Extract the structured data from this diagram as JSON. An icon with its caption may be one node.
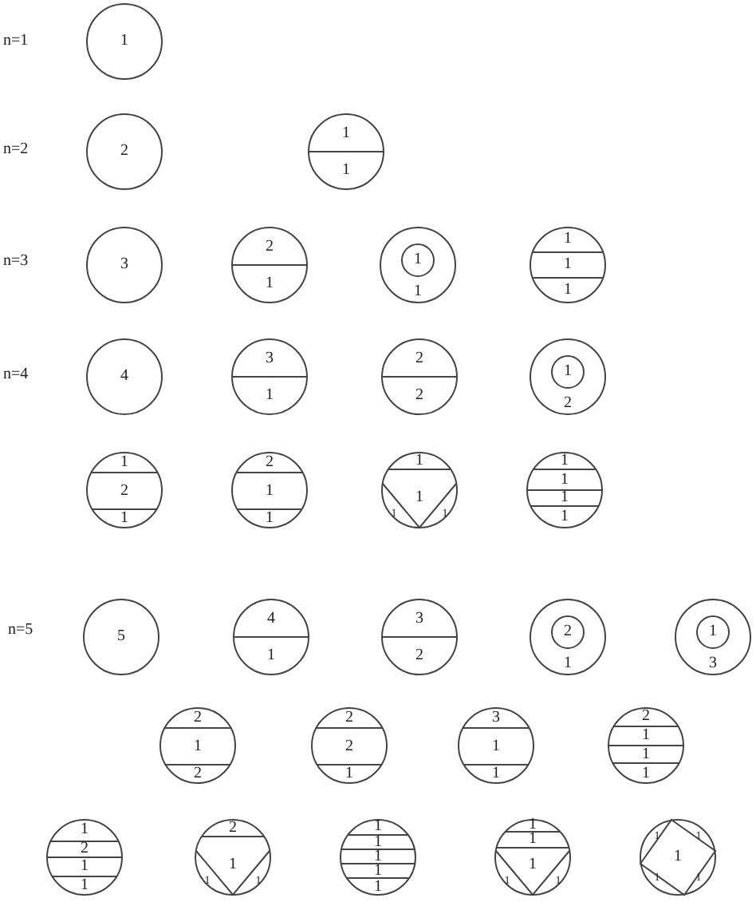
{
  "diagram": {
    "nodes": [
      {
        "text": [
          "1"
        ]
      },
      {
        "text": [
          "2"
        ]
      },
      {
        "text": [
          "1",
          "1"
        ]
      },
      {
        "text": [
          "3"
        ]
      },
      {
        "text": [
          "2",
          "1"
        ]
      },
      {
        "text": [
          "1",
          "1"
        ]
      },
      {
        "text": [
          "1",
          "1",
          "1"
        ]
      },
      {
        "text": [
          "4"
        ]
      },
      {
        "text": [
          "3",
          "1"
        ]
      },
      {
        "text": [
          "2",
          "2"
        ]
      },
      {
        "text": [
          "1",
          "2"
        ]
      },
      {
        "text": [
          "1",
          "2",
          "1"
        ]
      },
      {
        "text": [
          "2",
          "1",
          "1"
        ]
      },
      {
        "text": [
          "1",
          "1",
          "1",
          "1"
        ]
      },
      {
        "text": [
          "1",
          "1",
          "1",
          "1"
        ]
      },
      {
        "text": [
          "5"
        ]
      },
      {
        "text": [
          "4",
          "1"
        ]
      },
      {
        "text": [
          "3",
          "2"
        ]
      },
      {
        "text": [
          "2",
          "1"
        ]
      },
      {
        "text": [
          "1",
          "3"
        ]
      },
      {
        "text": [
          "2",
          "1",
          "2"
        ]
      },
      {
        "text": [
          "2",
          "2",
          "1"
        ]
      },
      {
        "text": [
          "3",
          "1",
          "1"
        ]
      },
      {
        "text": [
          "2",
          "1",
          "1",
          "1"
        ]
      },
      {
        "text": [
          "1",
          "2",
          "1",
          "1"
        ]
      },
      {
        "text": [
          "2",
          "1",
          "1",
          "1"
        ]
      },
      {
        "text": [
          "1",
          "1",
          "1",
          "1",
          "1"
        ]
      },
      {
        "text": [
          "1",
          "1",
          "1",
          "1",
          "1"
        ]
      },
      {
        "text": [
          "1",
          "1",
          "1",
          "1",
          "1"
        ]
      }
    ],
    "labels": [
      "n=1",
      "n=2",
      "n=3",
      "n=4",
      "n=5"
    ]
  }
}
